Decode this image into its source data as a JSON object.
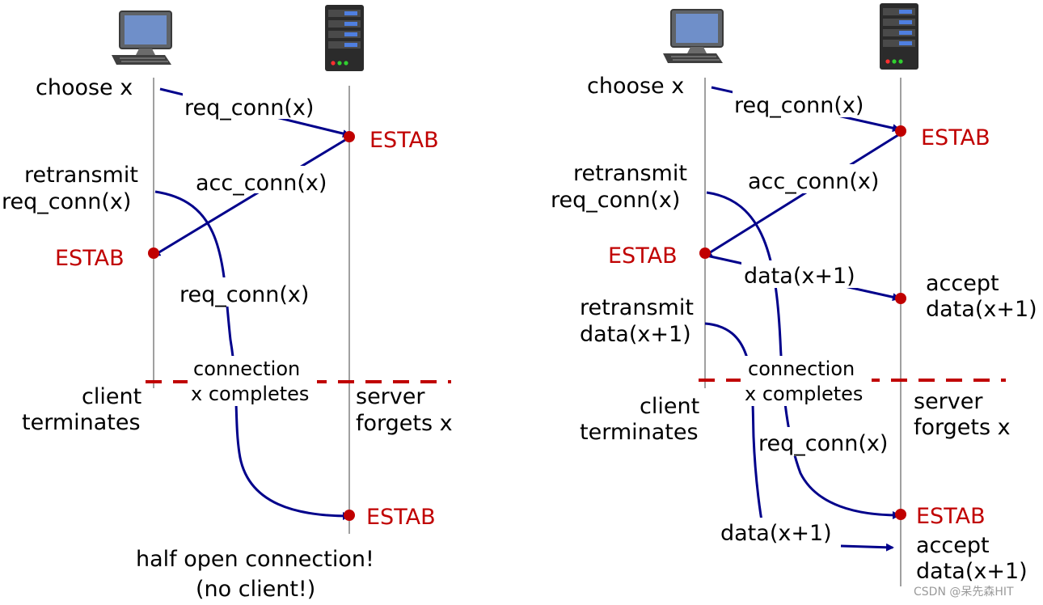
{
  "colors": {
    "estab": "#c00000",
    "arrow": "#00008b",
    "timeline": "#808080",
    "dashed": "#c00000",
    "text": "#000000"
  },
  "icons": {
    "client": "desktop-computer-icon",
    "server": "server-tower-icon"
  },
  "left": {
    "choose": "choose x",
    "req1": "req_conn(x)",
    "estab_server": "ESTAB",
    "retransmit_1": "retransmit",
    "retransmit_2": "req_conn(x)",
    "acc": "acc_conn(x)",
    "estab_client": "ESTAB",
    "req2": "req_conn(x)",
    "connection_1": "connection",
    "connection_2": "x completes",
    "client_term_1": "client",
    "client_term_2": "terminates",
    "server_forgets_1": "server",
    "server_forgets_2": "forgets x",
    "estab_final": "ESTAB",
    "caption_1": "half open connection!",
    "caption_2": "(no client!)"
  },
  "right": {
    "choose": "choose x",
    "req1": "req_conn(x)",
    "estab_server": "ESTAB",
    "retransmit_1": "retransmit",
    "retransmit_2": "req_conn(x)",
    "acc": "acc_conn(x)",
    "estab_client": "ESTAB",
    "data1": "data(x+1)",
    "accept1_1": "accept",
    "accept1_2": "data(x+1)",
    "retransmit_data_1": "retransmit",
    "retransmit_data_2": "data(x+1)",
    "connection_1": "connection",
    "connection_2": "x completes",
    "client_term_1": "client",
    "client_term_2": "terminates",
    "server_forgets_1": "server",
    "server_forgets_2": "forgets x",
    "req2": "req_conn(x)",
    "estab_final": "ESTAB",
    "data2": "data(x+1)",
    "accept2_1": "accept",
    "accept2_2": "data(x+1)"
  },
  "watermark": "CSDN @呆先森HIT"
}
